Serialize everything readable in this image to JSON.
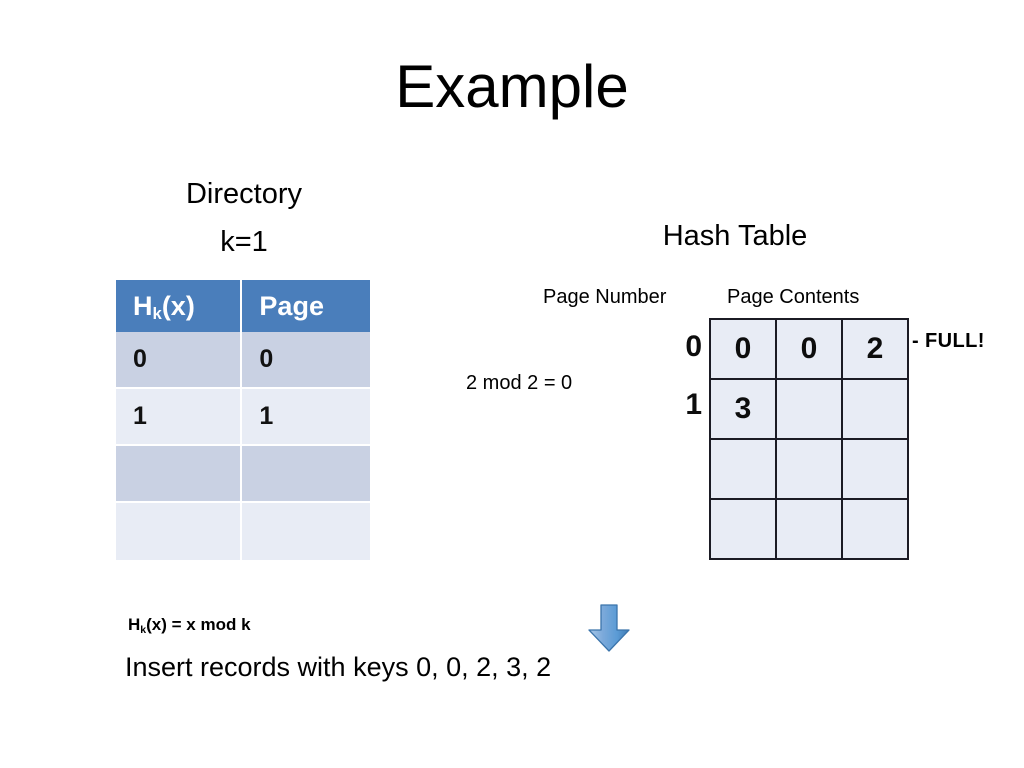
{
  "slide": {
    "title": "Example"
  },
  "directory": {
    "heading_line1": "Directory",
    "heading_line2": "k=1",
    "columns": [
      {
        "label_prefix": "H",
        "label_sub": "k",
        "label_suffix": "(x)"
      },
      {
        "label": "Page"
      }
    ],
    "rows": [
      {
        "hash": "0",
        "page": "0"
      },
      {
        "hash": "1",
        "page": "1"
      },
      {
        "hash": "",
        "page": ""
      },
      {
        "hash": "",
        "page": ""
      }
    ]
  },
  "hash_table": {
    "heading": "Hash Table",
    "page_number_label": "Page Number",
    "page_contents_label": "Page Contents",
    "row_labels": [
      "0",
      "1",
      "",
      ""
    ],
    "cells": [
      [
        "0",
        "0",
        "2"
      ],
      [
        "3",
        "",
        ""
      ],
      [
        "",
        "",
        ""
      ],
      [
        "",
        "",
        ""
      ]
    ],
    "full_note": "- FULL!"
  },
  "annotations": {
    "mod_expression": "2 mod 2 = 0",
    "formula_prefix": "H",
    "formula_sub": "k",
    "formula_suffix": "(x) = x mod k",
    "insert_instruction": "Insert records with keys 0, 0, 2, 3, 2"
  },
  "colors": {
    "header_blue": "#4a7ebb",
    "row_shade_dark": "#c9d1e3",
    "row_shade_light": "#e8ecf5",
    "grid_fill": "#e8ecf5",
    "grid_border": "#1b1b24",
    "arrow_blue": "#5b9bd5"
  }
}
